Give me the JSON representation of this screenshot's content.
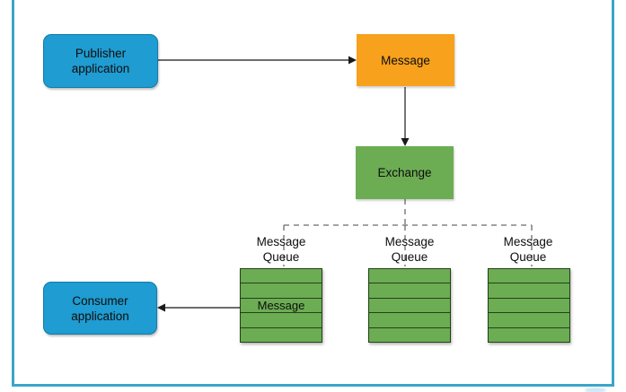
{
  "diagram": {
    "description": "Message broker flow diagram",
    "palette": {
      "node_blue": "#1f9cd1",
      "node_blue_border": "#0f7cab",
      "node_orange": "#f7a11c",
      "node_green": "#6cad53",
      "queue_row_border": "#23401a",
      "frame_border": "#3aa5c9",
      "arrow": "#3c3c3c",
      "dashed_line": "#6b6b6b",
      "artifact": "#cfe8f3"
    },
    "nodes": {
      "publisher": {
        "lines": [
          "Publisher",
          "application"
        ]
      },
      "message": {
        "label": "Message"
      },
      "exchange": {
        "label": "Exchange"
      },
      "consumer": {
        "lines": [
          "Consumer",
          "application"
        ]
      },
      "queues": [
        {
          "lines": [
            "Message",
            "Queue"
          ],
          "rows": 5,
          "row_labels": [
            "",
            "",
            "Message",
            "",
            ""
          ]
        },
        {
          "lines": [
            "Message",
            "Queue"
          ],
          "rows": 5,
          "row_labels": [
            "",
            "",
            "",
            "",
            ""
          ]
        },
        {
          "lines": [
            "Message",
            "Queue"
          ],
          "rows": 5,
          "row_labels": [
            "",
            "",
            "",
            "",
            ""
          ]
        }
      ]
    },
    "edges": [
      {
        "from": "publisher-application",
        "to": "message",
        "style": "solid-arrow"
      },
      {
        "from": "message",
        "to": "exchange",
        "style": "solid-arrow"
      },
      {
        "from": "exchange",
        "to": "message-queue-1",
        "style": "dashed"
      },
      {
        "from": "exchange",
        "to": "message-queue-2",
        "style": "dashed"
      },
      {
        "from": "exchange",
        "to": "message-queue-3",
        "style": "dashed"
      },
      {
        "from": "message-queue-1",
        "to": "consumer-application",
        "style": "solid-arrow"
      }
    ]
  }
}
